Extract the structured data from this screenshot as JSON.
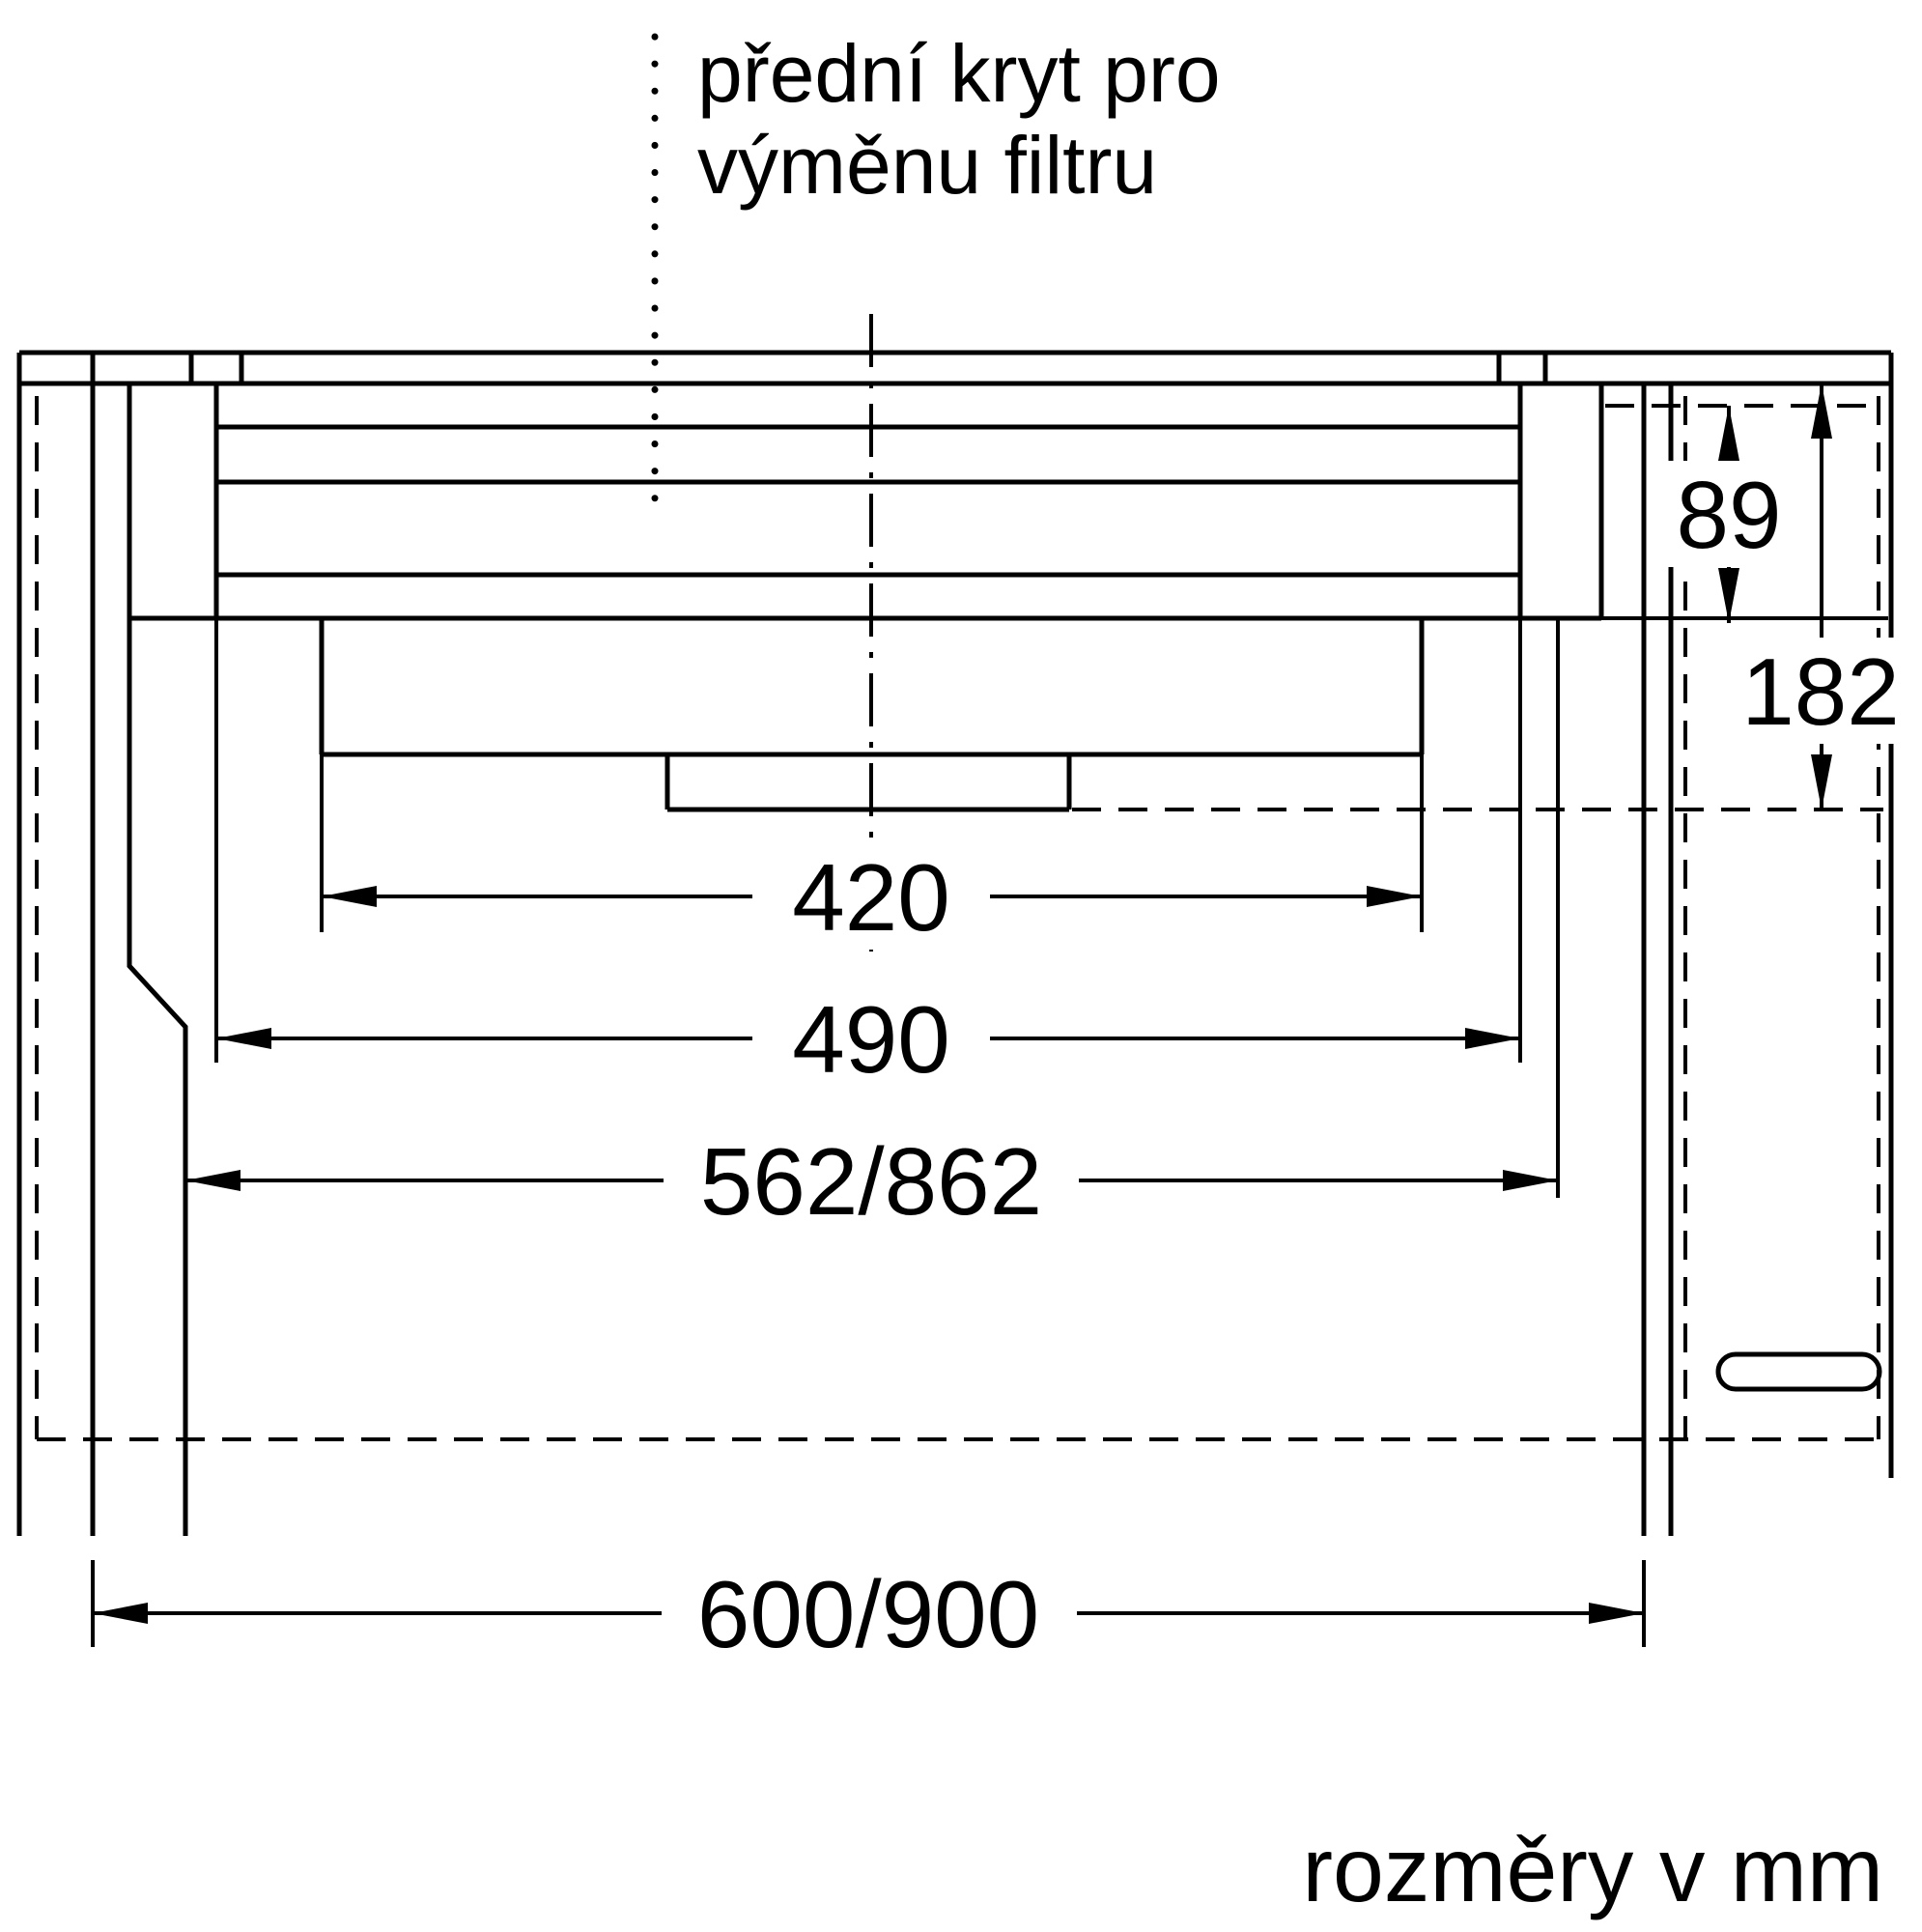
{
  "diagram": {
    "type": "installation-dimension-drawing",
    "subject": "telescopic-cooker-hood-in-wall-cabinet",
    "colors": {
      "line": "#000000",
      "background": "#ffffff"
    },
    "annotation": {
      "line1": "přední kryt pro",
      "line2": "výměnu filtru"
    },
    "dimensions": {
      "width_handle": "420",
      "width_filter_opening": "490",
      "width_body": "562/862",
      "width_cabinet": "600/900",
      "height_pullout_box": "89",
      "height_total": "182"
    },
    "footer": {
      "units_note": "rozměry v mm"
    }
  }
}
